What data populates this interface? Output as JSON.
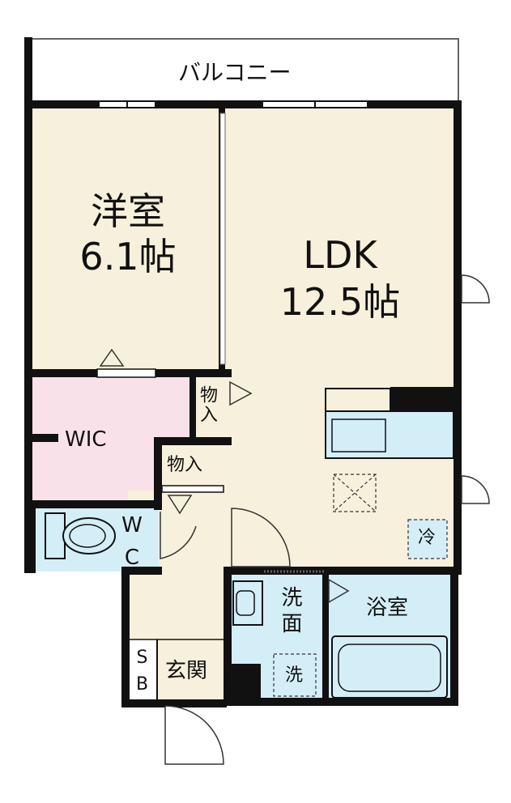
{
  "rooms": {
    "balcony": "バルコニー",
    "western_room": {
      "name": "洋室",
      "size": "6.1帖"
    },
    "ldk": {
      "name": "LDK",
      "size": "12.5帖"
    },
    "wic": "WIC",
    "storage_1": "物入",
    "storage_2": "物入",
    "toilet": "WC",
    "washroom": "洗面",
    "laundry": "洗",
    "bath": "浴室",
    "entrance": "玄関",
    "shoe_box": "SB",
    "fridge": "冷"
  },
  "colors": {
    "wall": "#111111",
    "western_room_fill": "#f7f0dc",
    "ldk_fill": "#f7f0dc",
    "wic_fill": "#f9e1ea",
    "wet_area_fill": "#d4eef8",
    "entrance_fill": "#f7f0dc",
    "balcony_fill": "#ffffff"
  }
}
